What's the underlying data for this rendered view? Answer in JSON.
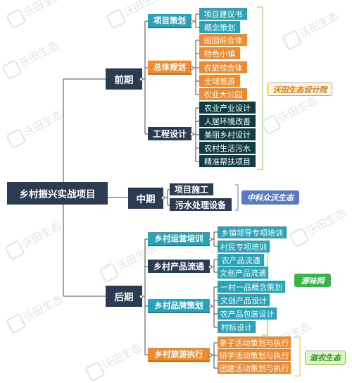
{
  "root": "乡村振兴实战项目",
  "watermark": "沃田生态",
  "phases": {
    "early": {
      "label": "前期",
      "groups": [
        {
          "label": "项目策划",
          "items": [
            "项目建议书",
            "概念策划"
          ]
        },
        {
          "label": "总体规划",
          "items": [
            "田园综合体",
            "特色小镇",
            "农旅综合体",
            "全域旅游",
            "农业大公园"
          ]
        },
        {
          "label": "工程设计",
          "items": [
            "农业产业设计",
            "人居环境改善",
            "美丽乡村设计",
            "农村生活污水",
            "精准帮扶项目"
          ]
        }
      ],
      "provider": "沃田生态设计院"
    },
    "middle": {
      "label": "中期",
      "items": [
        "项目施工",
        "污水处理设备"
      ],
      "provider": "中科众沃生态"
    },
    "late": {
      "label": "后期",
      "groups": [
        {
          "label": "乡村运营培训",
          "items": [
            "乡镇领导专项培训",
            "村民专项培训"
          ]
        },
        {
          "label": "乡村产品流通",
          "items": [
            "农产品流通",
            "文创产品流通"
          ]
        },
        {
          "label": "乡村品牌策划",
          "items": [
            "一村一品概念策划",
            "文创产品设计",
            "农产品包装设计",
            "村标设计"
          ]
        },
        {
          "label": "乡村旅游执行",
          "items": [
            "亲子活动策划与执行",
            "研学活动策划与执行",
            "团建活动策划与执行"
          ]
        }
      ],
      "providers": [
        "源味网",
        "滋农生态"
      ]
    }
  },
  "colors": {
    "navy": "#2b3b52",
    "teal": "#2aa3b8",
    "orange": "#f08a2c",
    "dark_teal": "#0f3d43"
  }
}
